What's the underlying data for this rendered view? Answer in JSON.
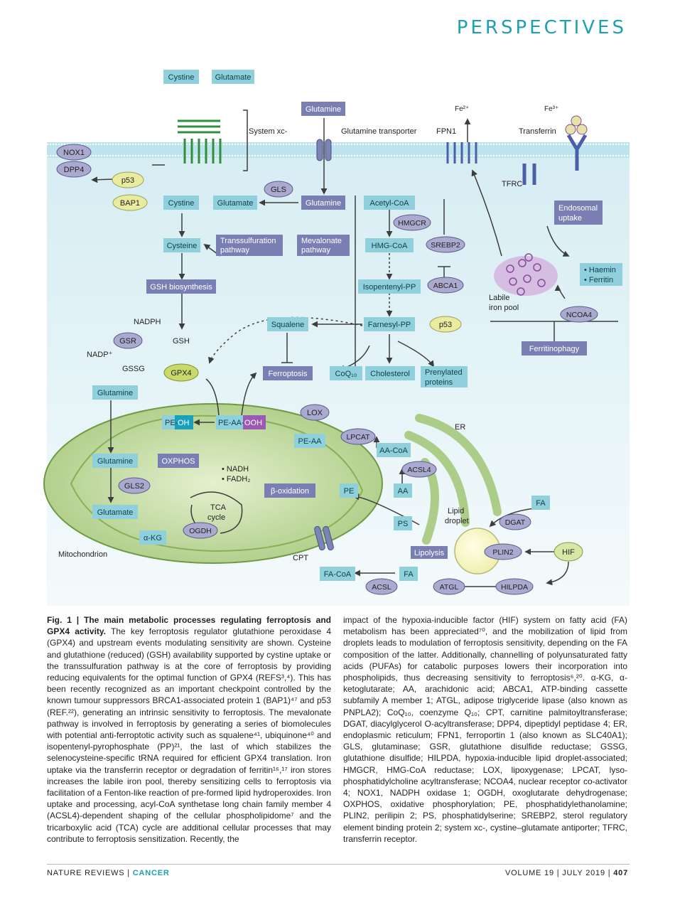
{
  "header": {
    "section_title": "PERSPECTIVES"
  },
  "figure": {
    "labels": {
      "cystine_top": "Cystine",
      "glutamate_top": "Glutamate",
      "system_xc": "System xc-",
      "glutamine_top": "Glutamine",
      "glutamine_transporter": "Glutamine transporter",
      "fe2": "Fe²⁺",
      "fe3": "Fe³⁺",
      "fpn1": "FPN1",
      "transferrin": "Transferrin",
      "tfrc": "TFRC",
      "nox1": "NOX1",
      "dpp4": "DPP4",
      "p53_left": "p53",
      "bap1": "BAP1",
      "gls": "GLS",
      "cystine_mid": "Cystine",
      "glutamate_mid": "Glutamate",
      "glutamine_mid": "Glutamine",
      "acetyl_coa": "Acetyl-CoA",
      "hmgcr": "HMGCR",
      "srebp2": "SREBP2",
      "endosomal_uptake_1": "Endosomal",
      "endosomal_uptake_2": "uptake",
      "cysteine": "Cysteine",
      "transsulfuration_1": "Transsulfuration",
      "transsulfuration_2": "pathway",
      "mevalonate_1": "Mevalonate",
      "mevalonate_2": "pathway",
      "hmg_coa": "HMG-CoA",
      "haemin": "• Haemin",
      "ferritin": "• Ferritin",
      "gsh_biosynthesis": "GSH biosynthesis",
      "isopentenyl_pp": "Isopentenyl-PP",
      "abca1": "ABCA1",
      "labile_1": "Labile",
      "labile_2": "iron pool",
      "ncoa4": "NCOA4",
      "nadph": "NADPH",
      "squalene": "Squalene",
      "farnesyl_pp": "Farnesyl-PP",
      "p53_right": "p53",
      "gsr": "GSR",
      "gsh": "GSH",
      "ferritinophagy": "Ferritinophagy",
      "nadp": "NADP⁺",
      "gssg": "GSSG",
      "gpx4": "GPX4",
      "ferroptosis": "Ferroptosis",
      "coq10": "CoQ₁₀",
      "cholesterol": "Cholesterol",
      "prenylated_1": "Prenylated",
      "prenylated_2": "proteins",
      "glutamine_mito_top": "Glutamine",
      "pe_oh_a": "PE-",
      "pe_oh_b": "OH",
      "pe_aa_ooh_a": "PE-AA-",
      "pe_aa_ooh_b": "OOH",
      "lox": "LOX",
      "er": "ER",
      "pe_aa": "PE-AA",
      "lpcat": "LPCAT",
      "aa_coa": "AA-CoA",
      "glutamine_mito": "Glutamine",
      "oxphos": "OXPHOS",
      "nadh": "• NADH",
      "fadh2": "• FADH₂",
      "acsl4": "ACSL4",
      "gls2": "GLS2",
      "beta_oxidation": "β-oxidation",
      "pe": "PE",
      "aa": "AA",
      "fa_right": "FA",
      "glutamate_mito": "Glutamate",
      "tca_1": "TCA",
      "tca_2": "cycle",
      "lipid_1": "Lipid",
      "lipid_2": "droplet",
      "dgat": "DGAT",
      "akg": "α-KG",
      "ogdh": "OGDH",
      "ps": "PS",
      "mitochondrion": "Mitochondrion",
      "cpt": "CPT",
      "lipolysis": "Lipolysis",
      "plin2": "PLIN2",
      "hif": "HIF",
      "fa_coa": "FA-CoA",
      "fa_bottom": "FA",
      "acsl": "ACSL",
      "atgl": "ATGL",
      "hilpda": "HILPDA"
    }
  },
  "caption_left": {
    "fig_label": "Fig. 1 | ",
    "bold_title": "The main metabolic processes regulating ferroptosis and GPX4 activity.",
    "text": " The key ferroptosis regulator glutathione peroxidase 4 (GPX4) and upstream events modulating sensitivity are shown. Cysteine and glutathione (reduced) (GSH) availability supported by cystine uptake or the transsulfuration pathway is at the core of ferroptosis by providing reducing equivalents for the optimal function of GPX4 (REFS³,⁴). This has been recently recognized as an important checkpoint controlled by the known tumour suppressors BRCA1-associated protein 1 (BAP1)⁴⁷ and p53 (REF.²²), generating an intrinsic sensitivity to ferroptosis. The mevalonate pathway is involved in ferroptosis by generating a series of biomolecules with potential anti-ferroptotic activity such as squalene⁴¹, ubiquinone⁴⁰ and isopentenyl-pyrophosphate (PP)²¹, the last of which stabilizes the selenocysteine-specific tRNA required for efficient GPX4 translation. Iron uptake via the transferrin receptor or degradation of ferritin¹⁶,¹⁷ iron stores increases the labile iron pool, thereby sensitizing cells to ferroptosis via facilitation of a Fenton-like reaction of pre-formed lipid hydroperoxides. Iron uptake and processing, acyl-CoA synthetase long chain family member 4 (ACSL4)-dependent shaping of the cellular phospholipidome⁷ and the tricarboxylic acid (TCA) cycle are additional cellular processes that may contribute to ferroptosis sensitization. Recently, the"
  },
  "caption_right": {
    "text": "impact of the hypoxia-inducible factor (HIF) system on fatty acid (FA) metabolism has been appreciated⁷⁰, and the mobilization of lipid from droplets leads to modulation of ferroptosis sensitivity, depending on the FA composition of the latter. Additionally, channelling of polyunsaturated fatty acids (PUFAs) for catabolic purposes lowers their incorporation into phospholipids, thus decreasing sensitivity to ferroptosis⁶,²⁰. α-KG, α-ketoglutarate; AA, arachidonic acid; ABCA1, ATP-binding cassette subfamily A member 1; ATGL, adipose triglyceride lipase (also known as PNPLA2); CoQ₁₀, coenzyme Q₁₀; CPT, carnitine palmitoyltransferase; DGAT, diacylglycerol O-acyltransferase; DPP4, dipeptidyl peptidase 4; ER, endoplasmic reticulum; FPN1, ferroportin 1 (also known as SLC40A1); GLS, glutaminase; GSR, glutathione disulfide reductase; GSSG, glutathione disulfide; HILPDA, hypoxia-inducible lipid droplet-associated; HMGCR, HMG-CoA reductase; LOX, lipoxygenase; LPCAT, lyso-phosphatidylcholine acyltransferase; NCOA4, nuclear receptor co-activator 4; NOX1, NADPH oxidase 1; OGDH, oxoglutarate dehydrogenase; OXPHOS, oxidative phosphorylation; PE, phosphatidylethanolamine; PLIN2, perilipin 2; PS, phosphatidylserine; SREBP2, sterol regulatory element binding protein 2; system xc-, cystine–glutamate antiporter; TFRC, transferrin receptor."
  },
  "footer": {
    "journal": "NATURE REVIEWS",
    "separator": " | ",
    "section": "CANCER",
    "issue": "VOLUME 19 | JULY 2019 | ",
    "page": "407"
  },
  "colors": {
    "teal_box": "#8fd0dc",
    "purple_box": "#7a7fb3",
    "ellipse": "#aaa9cf",
    "yellow": "#e9ec9e",
    "mito_green": "#a7c97a",
    "membrane": "#c5e7ef",
    "cytosol": "#e3f1f4",
    "header_teal": "#1ea0b4"
  }
}
